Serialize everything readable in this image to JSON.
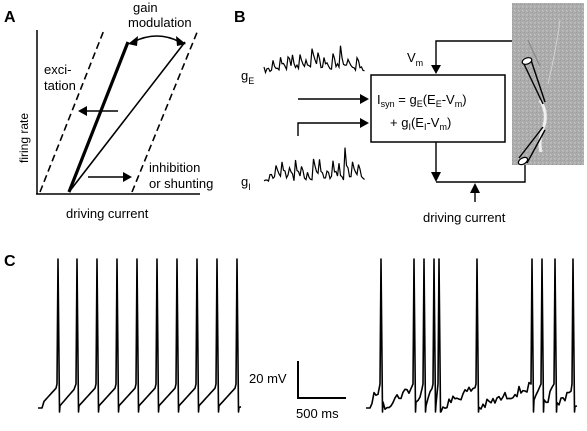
{
  "panels": {
    "a": {
      "label": "A",
      "ylabel": "firing rate",
      "xlabel": "driving current",
      "gain_line1": "gain",
      "gain_line2": "modulation",
      "exc_line1": "exci-",
      "exc_line2": "tation",
      "inh_line1": "inhibition",
      "inh_line2": "or shunting"
    },
    "b": {
      "label": "B",
      "gE_main": "g",
      "gE_sub": "E",
      "gI_main": "g",
      "gI_sub": "I",
      "vm_main": "V",
      "vm_sub": "m",
      "eq": {
        "isyn": "I",
        "syn": "syn",
        "eq1": " = g",
        "e1": "E",
        "p1": "(E",
        "e2": "E",
        "p2": "-V",
        "m1": "m",
        "p3": ")",
        "plus": "+ g",
        "i1": "I",
        "p4": "(E",
        "i2": "I",
        "p5": "-V",
        "m2": "m",
        "p6": ")"
      },
      "driving_current": "driving current"
    },
    "c": {
      "label": "C",
      "scale_mv": "20 mV",
      "scale_ms": "500 ms"
    }
  }
}
